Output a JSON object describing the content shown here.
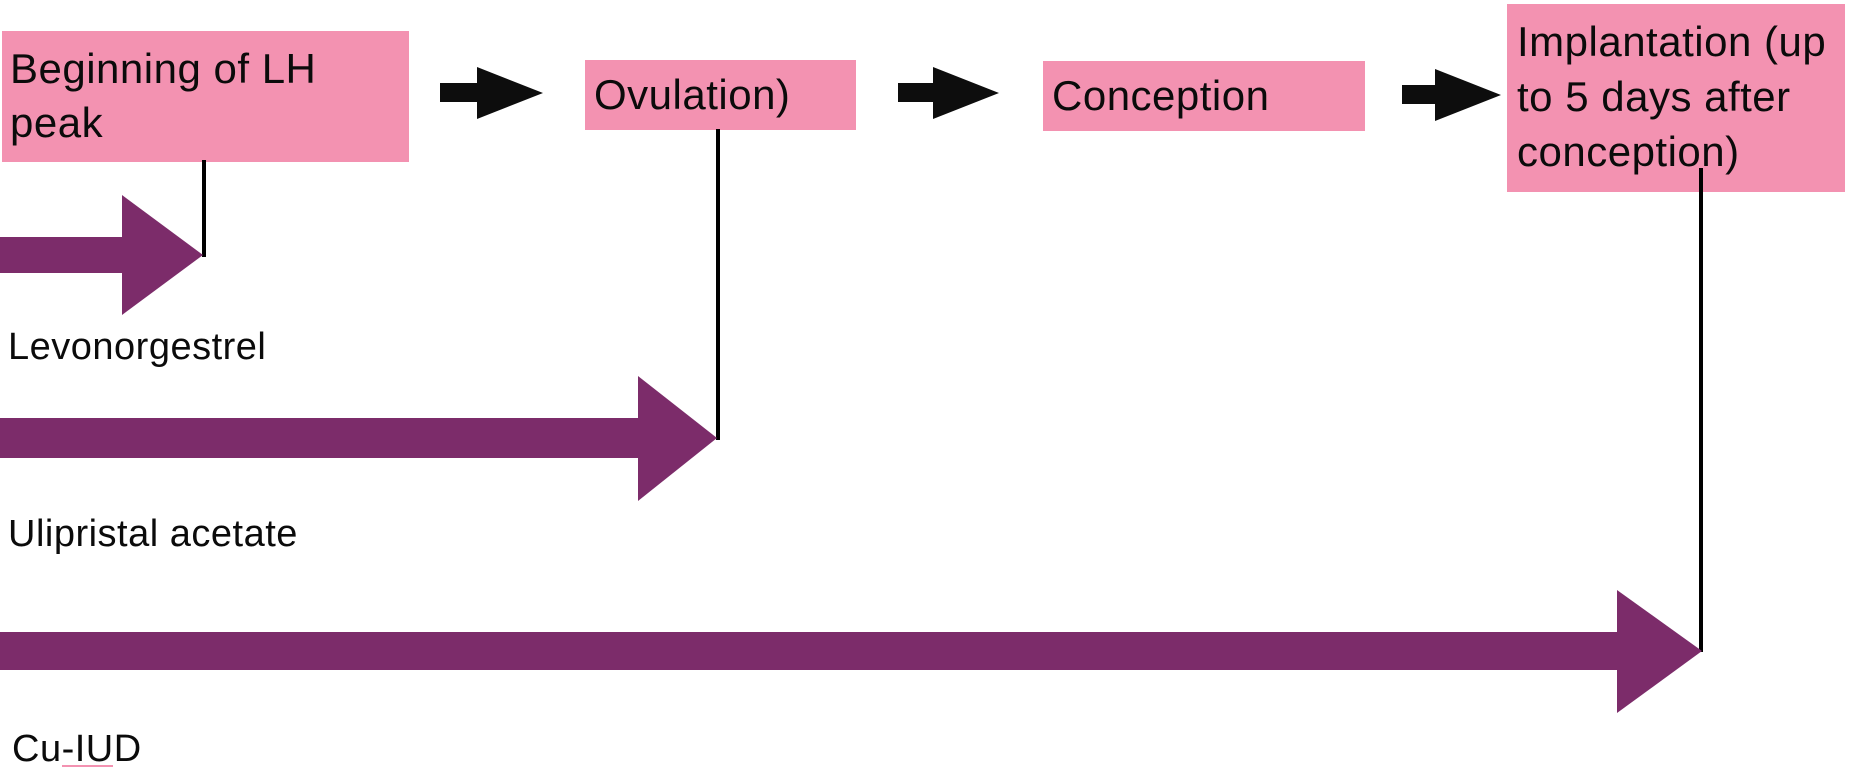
{
  "diagram": {
    "description": "Timeline of emergency contraception action windows",
    "colors": {
      "background": "#ffffff",
      "stage_box_fill": "#f392b1",
      "method_arrow_fill": "#7c2c6a",
      "connector_arrow_fill": "#0d0d0d",
      "marker_line": "#000000",
      "text": "#0b0b0b"
    },
    "stages": [
      {
        "label": "Beginning of LH peak",
        "lines": [
          "Beginning of LH",
          "peak"
        ]
      },
      {
        "label": "Ovulation)",
        "lines": [
          "Ovulation)"
        ]
      },
      {
        "label": "Conception",
        "lines": [
          "Conception"
        ]
      },
      {
        "label": "Implantation (up to 5 days after conception)",
        "lines": [
          "Implantation (up",
          "to 5 days after",
          "conception)"
        ]
      }
    ],
    "methods": [
      {
        "label": "Levonorgestrel",
        "window_ends_at_stage": "Beginning of LH peak"
      },
      {
        "label": "Ulipristal acetate",
        "window_ends_at_stage": "Ovulation)"
      },
      {
        "label": "Cu-IUD",
        "window_ends_at_stage": "Implantation (up to 5 days after conception)"
      }
    ]
  }
}
